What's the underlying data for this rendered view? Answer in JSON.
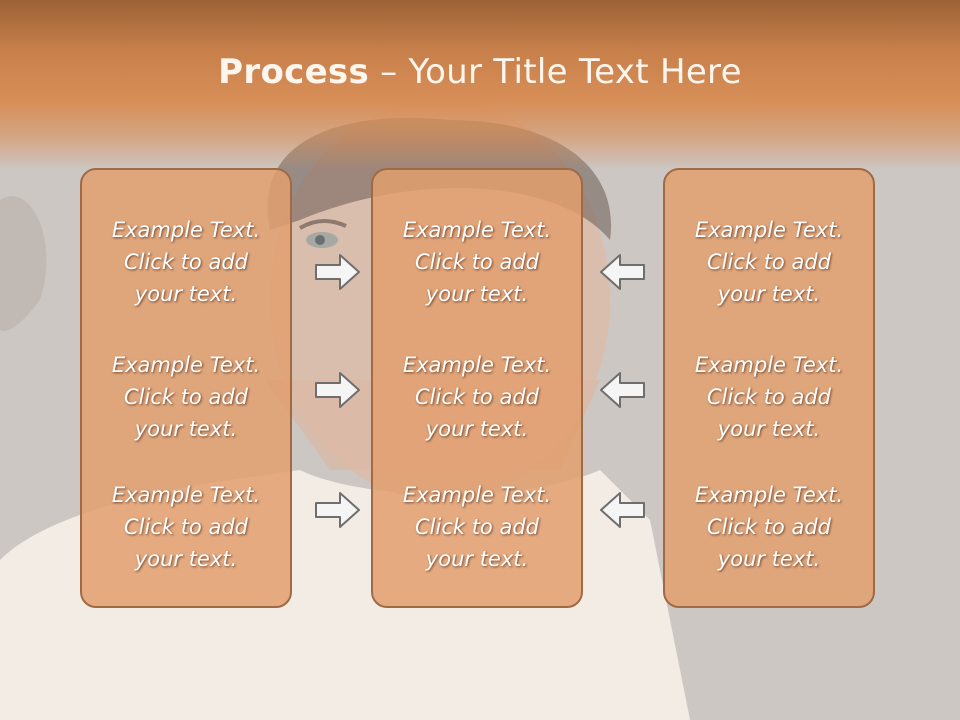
{
  "slide": {
    "title_bold": "Process",
    "title_rest": " – Your Title Text Here",
    "columns": [
      {
        "items": [
          {
            "line1": "Example Text.",
            "line2": "Click  to add",
            "line3": "your text."
          },
          {
            "line1": "Example Text.",
            "line2": "Click  to add",
            "line3": "your text."
          },
          {
            "line1": "Example Text.",
            "line2": "Click  to add",
            "line3": "your text."
          }
        ]
      },
      {
        "items": [
          {
            "line1": "Example Text.",
            "line2": "Click  to add",
            "line3": "your text."
          },
          {
            "line1": "Example Text.",
            "line2": "Click  to add",
            "line3": "your text."
          },
          {
            "line1": "Example Text.",
            "line2": "Click  to add",
            "line3": "your text."
          }
        ]
      },
      {
        "items": [
          {
            "line1": "Example Text.",
            "line2": "Click  to add",
            "line3": "your text."
          },
          {
            "line1": "Example Text.",
            "line2": "Click  to add",
            "line3": "your text."
          },
          {
            "line1": "Example Text.",
            "line2": "Click  to add",
            "line3": "your text."
          }
        ]
      }
    ],
    "arrows": {
      "left_group": "right-arrow-icon",
      "right_group": "left-arrow-icon"
    },
    "colors": {
      "header": "#d88e57",
      "box_fill": "#e29f6e",
      "box_border": "#a06a45",
      "arrow_fill": "#f5f5f5",
      "arrow_stroke": "#6e6e6e"
    }
  }
}
